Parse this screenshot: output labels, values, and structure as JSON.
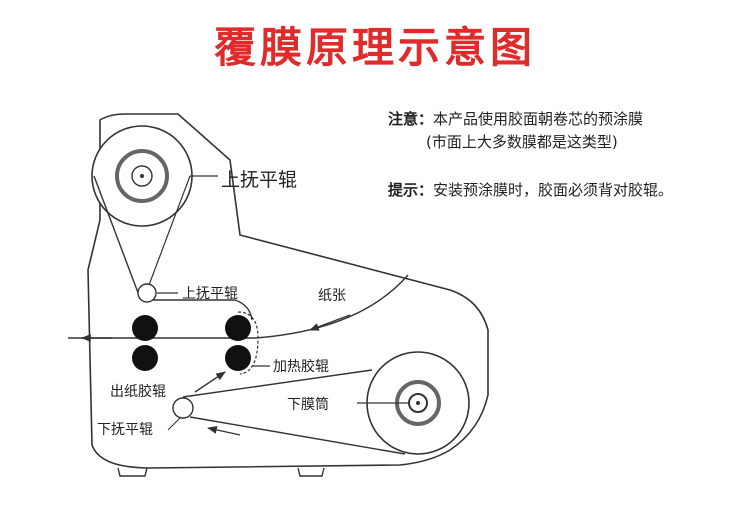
{
  "title": "覆膜原理示意图",
  "notes": {
    "attention_label": "注意：",
    "attention_text": "本产品使用胶面朝卷芯的预涂膜",
    "attention_sub": "(市面上大多数膜都是这类型)",
    "tip_label": "提示：",
    "tip_text": "安装预涂膜时，胶面必须背对胶辊。"
  },
  "labels": {
    "upper_roll_main": "上抚平辊",
    "upper_roll_small": "上抚平辊",
    "paper": "纸张",
    "heat_roller": "加热胶辊",
    "output_roller": "出纸胶辊",
    "lower_roll": "下抚平辊",
    "lower_film": "下膜筒"
  },
  "colors": {
    "title": "#e02b2b",
    "line": "#333333",
    "roller": "#111111"
  }
}
